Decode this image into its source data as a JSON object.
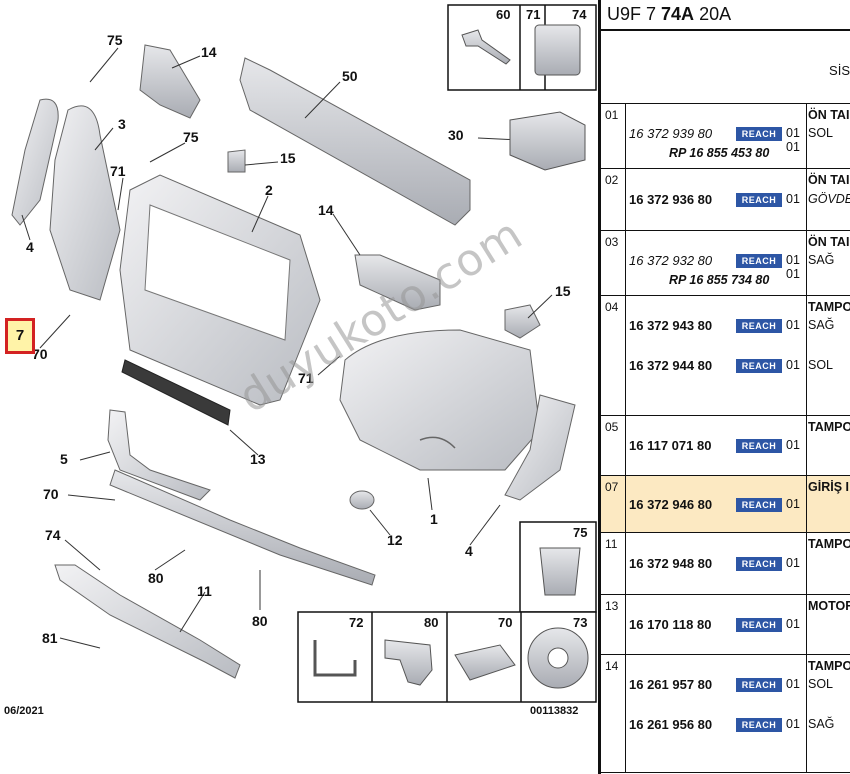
{
  "diagram": {
    "date": "06/2021",
    "ref": "00113832",
    "watermark": "duyukoto.com",
    "selected_callout": "7",
    "callouts": [
      {
        "id": "c75a",
        "label": "75"
      },
      {
        "id": "c14a",
        "label": "14"
      },
      {
        "id": "c50",
        "label": "50"
      },
      {
        "id": "c3",
        "label": "3"
      },
      {
        "id": "c75b",
        "label": "75"
      },
      {
        "id": "c71a",
        "label": "71"
      },
      {
        "id": "c15a",
        "label": "15"
      },
      {
        "id": "c2",
        "label": "2"
      },
      {
        "id": "c30",
        "label": "30"
      },
      {
        "id": "c4a",
        "label": "4"
      },
      {
        "id": "c14b",
        "label": "14"
      },
      {
        "id": "c70a",
        "label": "70"
      },
      {
        "id": "c15b",
        "label": "15"
      },
      {
        "id": "c71b",
        "label": "71"
      },
      {
        "id": "c13",
        "label": "13"
      },
      {
        "id": "c5",
        "label": "5"
      },
      {
        "id": "c70b",
        "label": "70"
      },
      {
        "id": "c1",
        "label": "1"
      },
      {
        "id": "c12",
        "label": "12"
      },
      {
        "id": "c4b",
        "label": "4"
      },
      {
        "id": "c74",
        "label": "74"
      },
      {
        "id": "c80a",
        "label": "80"
      },
      {
        "id": "c11",
        "label": "11"
      },
      {
        "id": "c80b",
        "label": "80"
      },
      {
        "id": "c81",
        "label": "81"
      }
    ],
    "insets": {
      "top": [
        "60",
        "71",
        "74"
      ],
      "right": [
        "75"
      ],
      "bottom": [
        "72",
        "80",
        "70",
        "73"
      ]
    }
  },
  "table": {
    "header_prefix": "U9F 7 ",
    "header_bold": "74A",
    "header_suffix": " 20A",
    "subheader": "SİS",
    "reach_label": "REACH",
    "rows": [
      {
        "idx": "01",
        "lines": [
          {
            "pn": "16 372 939 80",
            "style": "ital",
            "reach": true,
            "qty": "01",
            "desc": "ÖN TAI",
            "sub": "SOL",
            "subStyle": ""
          },
          {
            "rp": "RP 16 855 453 80",
            "qty": "01"
          }
        ]
      },
      {
        "idx": "02",
        "lines": [
          {
            "pn": "16 372 936 80",
            "style": "bold",
            "reach": true,
            "qty": "01",
            "desc": "ÖN TAI",
            "sub": "GÖVDE",
            "subStyle": "ital"
          }
        ]
      },
      {
        "idx": "03",
        "lines": [
          {
            "pn": "16 372 932 80",
            "style": "ital",
            "reach": true,
            "qty": "01",
            "desc": "ÖN TAI",
            "sub": "SAĞ",
            "subStyle": ""
          },
          {
            "rp": "RP 16 855 734 80",
            "qty": "01"
          }
        ]
      },
      {
        "idx": "04",
        "lines": [
          {
            "pn": "16 372 943 80",
            "style": "bold",
            "reach": true,
            "qty": "01",
            "desc": "TAMPO",
            "sub": "SAĞ",
            "subStyle": ""
          },
          {
            "pn": "16 372 944 80",
            "style": "bold",
            "reach": true,
            "qty": "01",
            "sub": "SOL",
            "subStyle": ""
          }
        ]
      },
      {
        "idx": "05",
        "lines": [
          {
            "pn": "16 117 071 80",
            "style": "bold",
            "reach": true,
            "qty": "01",
            "desc": "TAMPO"
          }
        ]
      },
      {
        "idx": "07",
        "selected": true,
        "lines": [
          {
            "pn": "16 372 946 80",
            "style": "bold",
            "reach": true,
            "qty": "01",
            "desc": "GİRİŞ I"
          }
        ]
      },
      {
        "idx": "11",
        "lines": [
          {
            "pn": "16 372 948 80",
            "style": "bold",
            "reach": true,
            "qty": "01",
            "desc": "TAMPO"
          }
        ]
      },
      {
        "idx": "13",
        "lines": [
          {
            "pn": "16 170 118 80",
            "style": "bold",
            "reach": true,
            "qty": "01",
            "desc": "MOTOF"
          }
        ]
      },
      {
        "idx": "14",
        "lines": [
          {
            "pn": "16 261 957 80",
            "style": "bold",
            "reach": true,
            "qty": "01",
            "desc": "TAMPO",
            "sub": "SOL",
            "subStyle": ""
          },
          {
            "pn": "16 261 956 80",
            "style": "bold",
            "reach": true,
            "qty": "01",
            "sub": "SAĞ",
            "subStyle": ""
          }
        ]
      }
    ]
  }
}
